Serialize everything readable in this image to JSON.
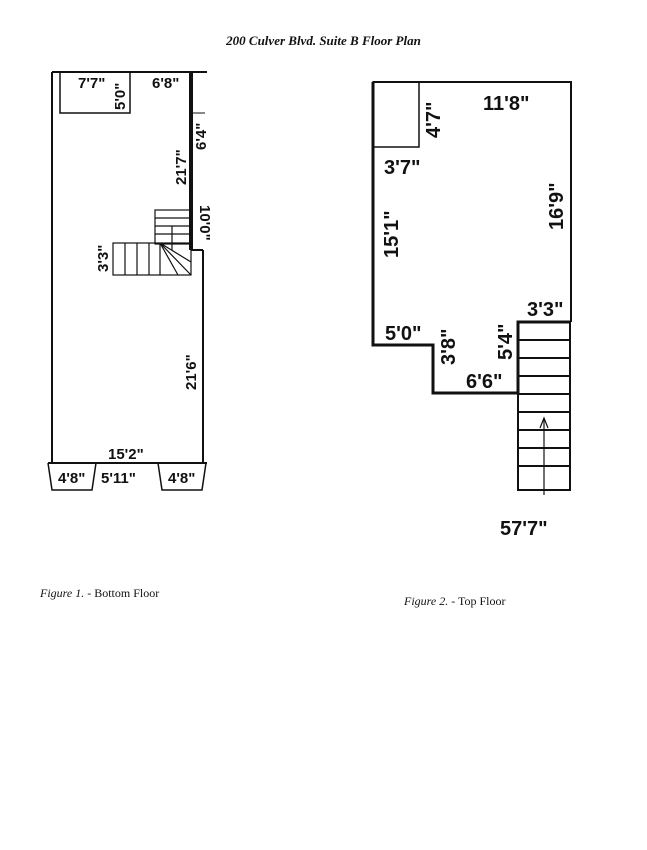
{
  "title": "200 Culver Blvd. Suite B Floor Plan",
  "figure1": {
    "label": "Figure 1.",
    "caption": " - Bottom Floor",
    "dims": {
      "closet_w": "7'7\"",
      "closet_h": "5'0\"",
      "top_right": "6'8\"",
      "side_upper": "6'4\"",
      "side_mid": "21'7\"",
      "side_stair": "10'0\"",
      "stair": "3'3\"",
      "lower": "21'6\"",
      "width": "15'2\"",
      "front_left": "4'8\"",
      "front_mid": "5'11\"",
      "front_right": "4'8\""
    }
  },
  "figure2": {
    "label": "Figure 2.",
    "caption": " - Top Floor",
    "dims": {
      "top": "11'8\"",
      "closet_h": "4'7\"",
      "closet_w": "3'7\"",
      "left": "15'1\"",
      "right": "16'9\"",
      "stair_w": "3'3\"",
      "bottom_left": "5'0\"",
      "notch_h": "3'8\"",
      "notch_right": "5'4\"",
      "notch_w": "6'6\"",
      "total": "57'7\""
    }
  }
}
